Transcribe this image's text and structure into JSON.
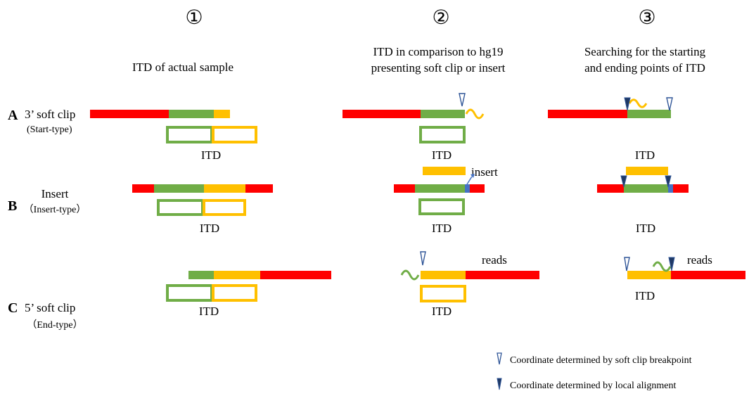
{
  "colors": {
    "red": "#FF0000",
    "green": "#70AD47",
    "gold": "#FFC000",
    "blue": "#4472C4",
    "marker_fill": "#1F3864",
    "marker_stroke": "#2F5597"
  },
  "columns": [
    {
      "number": "①",
      "title_lines": [
        "ITD of actual sample"
      ]
    },
    {
      "number": "②",
      "title_lines": [
        "ITD in comparison to hg19",
        "presenting soft clip or insert"
      ]
    },
    {
      "number": "③",
      "title_lines": [
        "Searching for the starting",
        "and ending points of ITD"
      ]
    }
  ],
  "rows": [
    {
      "letter": "A",
      "name": "3’ soft clip",
      "type": "(Start-type)"
    },
    {
      "letter": "B",
      "name": "Insert",
      "type": "（Insert-type）"
    },
    {
      "letter": "C",
      "name": "5’ soft clip",
      "type": "（End-type）"
    }
  ],
  "labels": {
    "itd": "ITD",
    "insert": "insert",
    "reads": "reads"
  },
  "legend": [
    {
      "marker": "hollow-triangle",
      "text": "Coordinate determined by soft clip breakpoint"
    },
    {
      "marker": "solid-triangle",
      "text": "Coordinate determined by local alignment"
    }
  ]
}
